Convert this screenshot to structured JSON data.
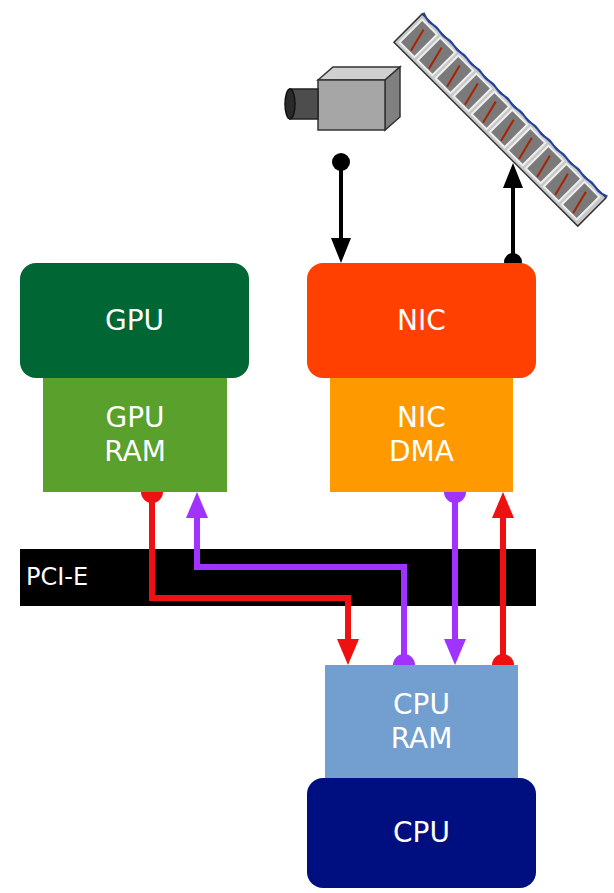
{
  "diagram": {
    "nodes": [
      {
        "text": [
          "GPU"
        ]
      },
      {
        "text": [
          "GPU RAM"
        ]
      },
      {
        "text": [
          "NIC"
        ]
      },
      {
        "text": [
          "NIC DMA"
        ]
      },
      {
        "text": [
          "PCI-E"
        ]
      },
      {
        "text": [
          "CPU RAM"
        ]
      },
      {
        "text": [
          "CPU"
        ]
      }
    ],
    "edges": [
      {
        "from": 1,
        "to": 5,
        "arrow": "to"
      },
      {
        "from": 5,
        "to": 1,
        "arrow": "to"
      },
      {
        "from": 3,
        "to": 5,
        "arrow": "to"
      },
      {
        "from": 5,
        "to": 3,
        "arrow": "to"
      }
    ]
  }
}
